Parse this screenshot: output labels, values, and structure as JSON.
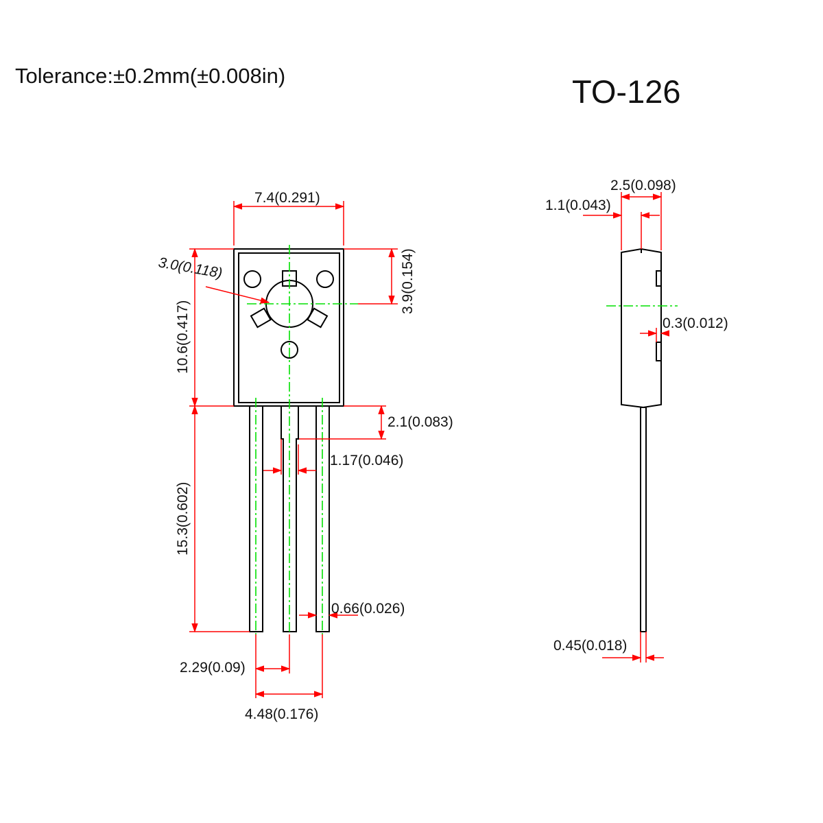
{
  "header": {
    "tolerance": "Tolerance:±0.2mm(±0.008in)",
    "package": "TO-126"
  },
  "front_view": {
    "body_width": "7.4(0.291)",
    "hole_diameter": "3.0(0.118)",
    "hole_to_top": "3.9(0.154)",
    "body_height": "10.6(0.417)",
    "lead_shoulder": "2.1(0.083)",
    "shoulder_width": "1.17(0.046)",
    "lead_length": "15.3(0.602)",
    "lead_width": "0.66(0.026)",
    "lead_pitch": "2.29(0.09)",
    "outer_lead_span": "4.48(0.176)"
  },
  "side_view": {
    "total_thickness": "2.5(0.098)",
    "tab_thickness": "1.1(0.043)",
    "step_depth": "0.3(0.012)",
    "lead_thickness": "0.45(0.018)"
  }
}
